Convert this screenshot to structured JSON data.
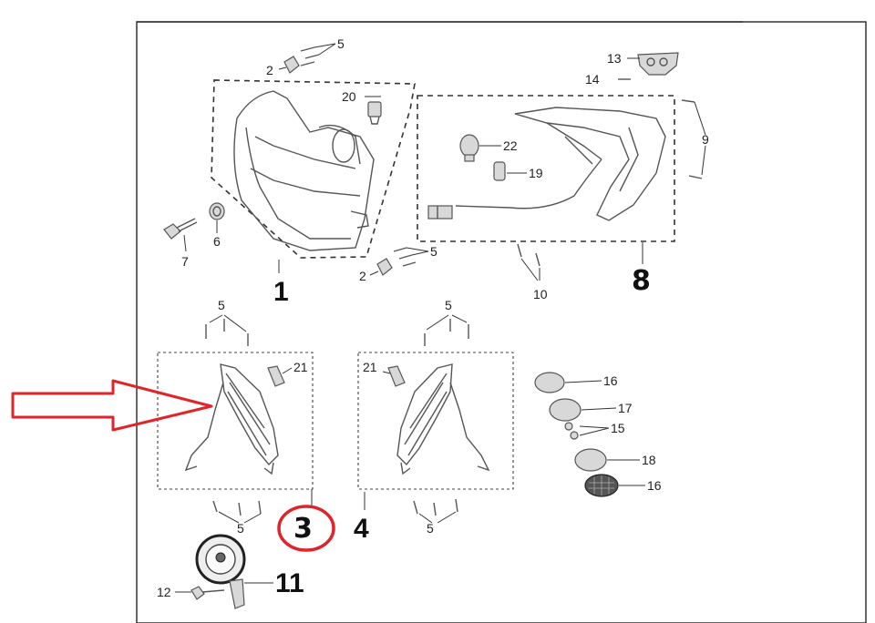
{
  "callouts": {
    "c1": "1",
    "c2a": "2",
    "c2b": "2",
    "c3": "3",
    "c4": "4",
    "c5a": "5",
    "c5b": "5",
    "c5c": "5",
    "c5d": "5",
    "c5e": "5",
    "c5f": "5",
    "c6": "6",
    "c7": "7",
    "c8": "8",
    "c9": "9",
    "c10": "10",
    "c11": "11",
    "c12": "12",
    "c13": "13",
    "c14": "14",
    "c15": "15",
    "c16a": "16",
    "c16b": "16",
    "c17": "17",
    "c18": "18",
    "c19": "19",
    "c20": "20",
    "c21a": "21",
    "c21b": "21",
    "c22": "22"
  },
  "colors": {
    "highlight": "#e0242a",
    "line": "#333333"
  }
}
